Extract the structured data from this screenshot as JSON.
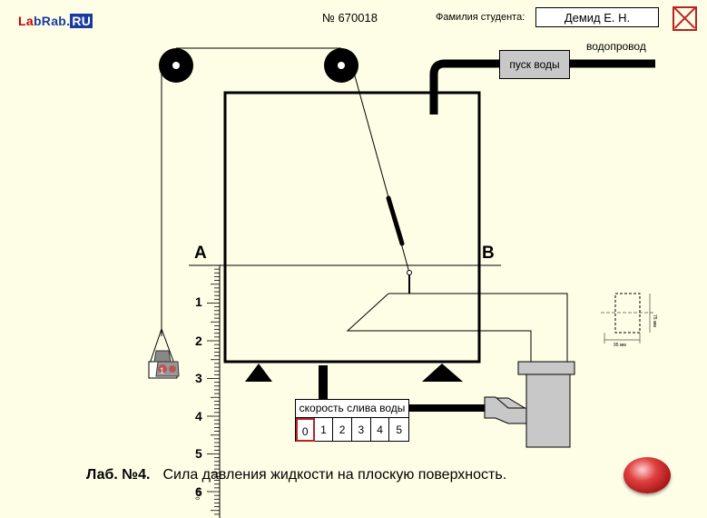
{
  "header": {
    "logo": {
      "l": "La",
      "b": "bRab",
      "dot": ".",
      "ru": "RU"
    },
    "variant": "№ 670018",
    "student_label": "Фамилия студента:",
    "student_name": "Демид Е. Н."
  },
  "apparatus": {
    "water_start_label": "пуск воды",
    "pipe_label": "водопровод",
    "point_a": "A",
    "point_b": "B",
    "weight_label": "1",
    "ruler_numbers": [
      "1",
      "2",
      "3",
      "4",
      "5",
      "6"
    ],
    "ruler_unit": "0 см",
    "diagram_dim_1": "95 мм",
    "diagram_dim_2": "75 мм"
  },
  "speed_panel": {
    "title": "скорость слива воды",
    "options": [
      "0",
      "1",
      "2",
      "3",
      "4",
      "5"
    ],
    "selected": "0"
  },
  "footer": {
    "lab_number": "Лаб. №4.",
    "lab_title": "Сила давления жидкости на плоскую поверхность."
  },
  "colors": {
    "background": "#fefee6",
    "accent_red": "#bb2222"
  }
}
